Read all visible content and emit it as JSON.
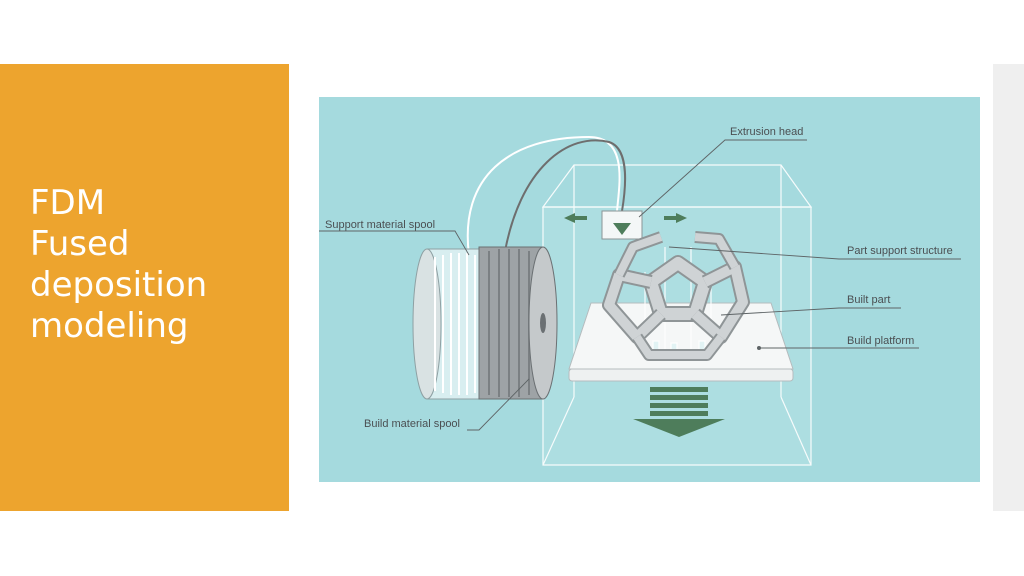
{
  "slide": {
    "title_lines": [
      "FDM",
      "Fused",
      "deposition",
      "modeling"
    ]
  },
  "colors": {
    "accent_panel": "#eda42e",
    "diagram_background": "#a5dade",
    "label_text": "#4b4f52",
    "arrow_green": "#4e7d5b",
    "side_strip": "#efefef"
  },
  "diagram": {
    "labels": {
      "extrusion_head": "Extrusion head",
      "support_spool": "Support material spool",
      "part_support": "Part support structure",
      "built_part": "Built part",
      "build_platform": "Build platform",
      "build_spool": "Build material spool"
    }
  }
}
